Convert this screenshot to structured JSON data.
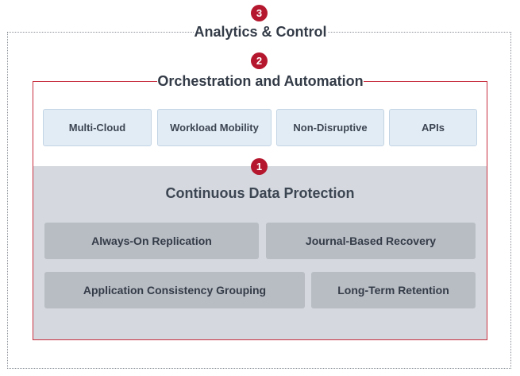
{
  "layer3": {
    "number": "3",
    "title": "Analytics & Control"
  },
  "layer2": {
    "number": "2",
    "title": "Orchestration and Automation",
    "items": [
      "Multi-Cloud",
      "Workload Mobility",
      "Non-Disruptive",
      "APIs"
    ]
  },
  "layer1": {
    "number": "1",
    "title": "Continuous Data Protection",
    "items": [
      "Always-On Replication",
      "Journal-Based Recovery",
      "Application Consistency Grouping",
      "Long-Term Retention"
    ]
  },
  "colors": {
    "badge": "#b5182e",
    "frame_red": "#c8303f",
    "orchestration_fill": "#e2ecf5",
    "protection_fill": "#d5d9df",
    "protection_item_fill": "#b8bcc3"
  }
}
